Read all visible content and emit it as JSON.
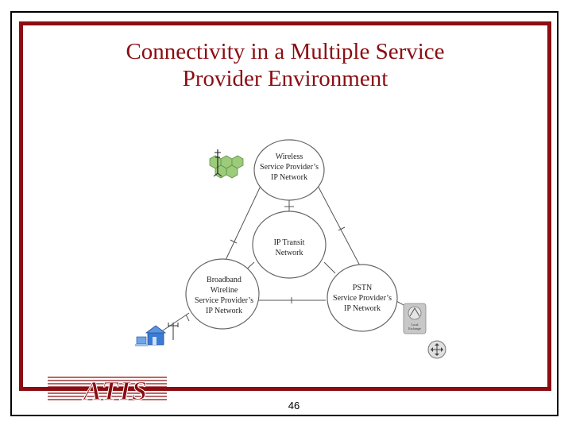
{
  "slide": {
    "title_line1": "Connectivity in a Multiple Service",
    "title_line2": "Provider Environment",
    "page_number": "46"
  },
  "diagram": {
    "nodes": {
      "wireless": [
        "Wireless",
        "Service Provider’s",
        "IP Network"
      ],
      "transit": [
        "IP Transit",
        "Network"
      ],
      "broadband": [
        "Broadband",
        "Wireline",
        "Service Provider’s",
        "IP Network"
      ],
      "pstn": [
        "PSTN",
        "Service Provider’s",
        "IP Network"
      ]
    },
    "device_label": [
      "Local",
      "Exchange"
    ]
  },
  "logo": {
    "text": "ATIS",
    "color": "#8b0d12"
  },
  "colors": {
    "title": "#8b0d12",
    "frame": "#8b0d12",
    "lines": "#555555",
    "cell_green": "#9ccb7a",
    "house_blue": "#3a7bd5"
  }
}
